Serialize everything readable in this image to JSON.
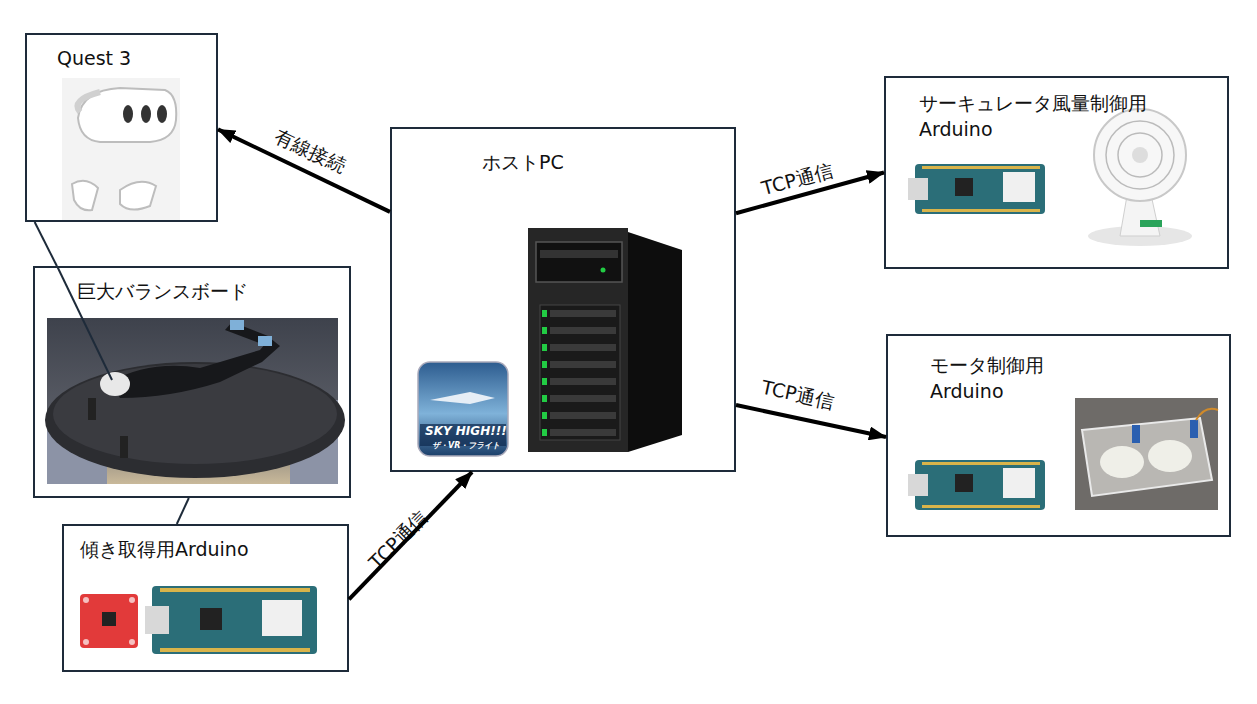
{
  "diagram": {
    "nodes": [
      {
        "text": [
          "Quest 3"
        ]
      },
      {
        "text": [
          "巨大バランスボード"
        ]
      },
      {
        "text": [
          "傾き取得用Arduino"
        ]
      },
      {
        "text": [
          "ホストPC"
        ]
      },
      {
        "text": [
          "サーキュレータ風量制御用 Arduino"
        ]
      },
      {
        "text": [
          "モータ制御用 Arduino"
        ]
      }
    ],
    "edges": [
      {
        "from": 3,
        "to": 0,
        "arrow": "to",
        "label": "有線接続"
      },
      {
        "from": 3,
        "to": 4,
        "arrow": "to",
        "label": "TCP通信"
      },
      {
        "from": 3,
        "to": 5,
        "arrow": "to",
        "label": "TCP通信"
      },
      {
        "from": 2,
        "to": 3,
        "arrow": "to",
        "label": "TCP通信"
      },
      {
        "from": 0,
        "to": 1,
        "arrow": "none"
      },
      {
        "from": 1,
        "to": 2,
        "arrow": "none"
      }
    ],
    "labels": [
      "SKY HIGH!!!",
      "ザ・VR・フライト"
    ]
  }
}
